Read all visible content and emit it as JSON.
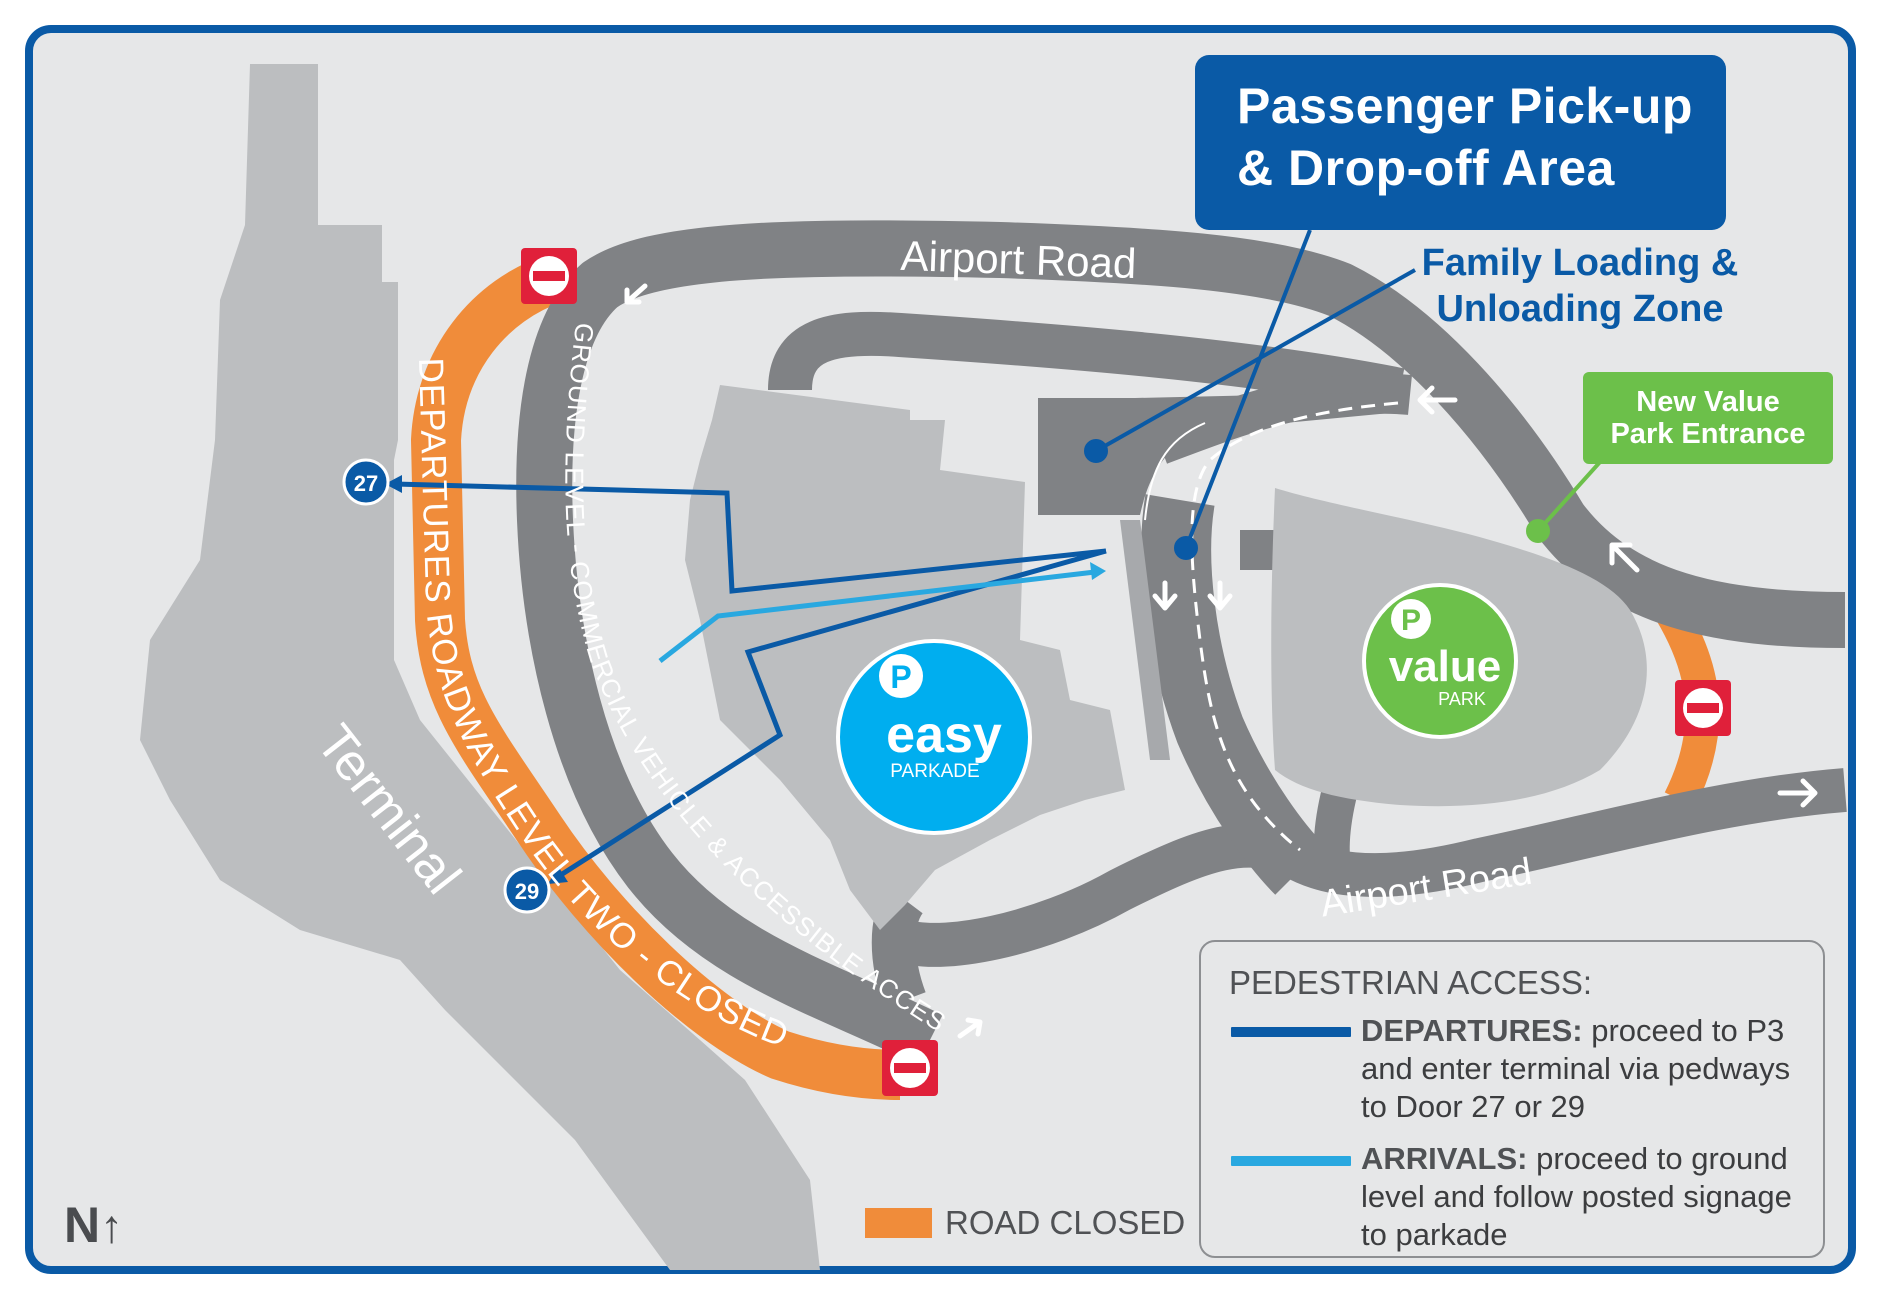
{
  "labels": {
    "callout_line1": "Passenger Pick-up",
    "callout_line2": "& Drop-off Area",
    "family_line1": "Family Loading &",
    "family_line2": "Unloading Zone",
    "value_entrance_line1": "New Value",
    "value_entrance_line2": "Park Entrance",
    "airport_road_top": "Airport Road",
    "airport_road_bottom": "Airport Road",
    "ground_level": "GROUND LEVEL - COMMERCIAL VEHICLE & ACCESSIBLE ACCESS",
    "departures_roadway": "DEPARTURES ROADWAY LEVEL TWO - CLOSED",
    "terminal": "Terminal",
    "door_27": "27",
    "door_29": "29",
    "easy_word": "easy",
    "easy_sub": "PARKADE",
    "value_word": "value",
    "value_sub": "PARK",
    "p_glyph": "P",
    "north_letter": "N",
    "north_arrow": "↑"
  },
  "legend": {
    "title": "PEDESTRIAN ACCESS:",
    "departures_label": "DEPARTURES:",
    "departures_text_1": " proceed to P3",
    "departures_text_2": "and enter terminal via pedways",
    "departures_text_3": "to Door 27 or 29",
    "arrivals_label": "ARRIVALS:",
    "arrivals_text_1": " proceed to ground",
    "arrivals_text_2": "level and follow posted signage",
    "arrivals_text_3": "to parkade",
    "road_closed": "ROAD CLOSED"
  },
  "colors": {
    "background": "#e6e7e8",
    "frame": "#0a5aa6",
    "road": "#808285",
    "building": "#bcbec0",
    "closed_road": "#f08c3a",
    "departures_path": "#0a5aa6",
    "arrivals_path": "#29a8e0",
    "easy_parkade": "#00aeef",
    "value_park": "#6cc04a",
    "no_entry_sign": "#e0203a"
  },
  "icons": [
    "no-entry-icon",
    "direction-arrow-icon",
    "parking-p-icon",
    "north-arrow-icon"
  ]
}
